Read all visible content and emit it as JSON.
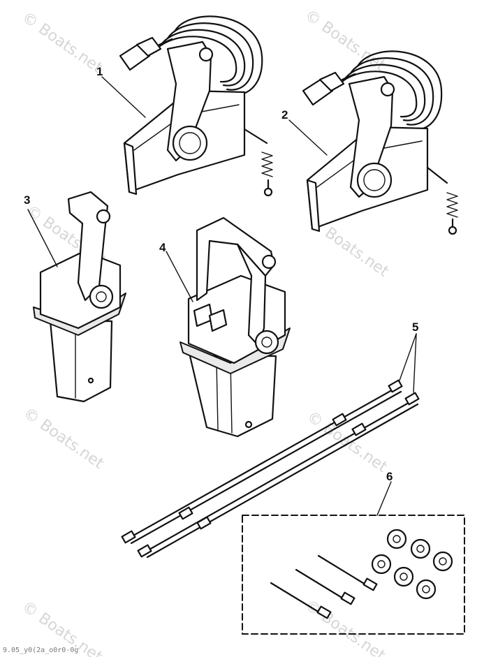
{
  "watermark_text": "© Boats.net",
  "callouts": {
    "c1": "1",
    "c2": "2",
    "c3": "3",
    "c4": "4",
    "c5": "5",
    "c6": "6"
  },
  "footer_text": "9.05_y0(2a_o0r0-0g",
  "colors": {
    "ink": "#111111",
    "background": "#ffffff",
    "watermark": "#d6d6d6"
  }
}
